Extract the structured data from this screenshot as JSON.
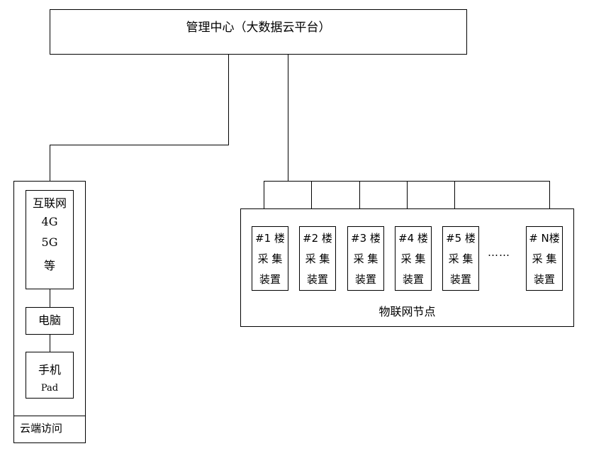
{
  "management": {
    "label": "管理中心（大数据云平台）"
  },
  "cloud_access": {
    "network": [
      "互联网",
      "4G",
      "5G",
      "等"
    ],
    "computer": "电脑",
    "mobile": [
      "手机",
      "Pad"
    ],
    "label": "云端访问"
  },
  "iot": {
    "label": "物联网节点",
    "nodes": [
      {
        "lines": [
          "#1  楼",
          "采  集",
          "装置"
        ]
      },
      {
        "lines": [
          "#2  楼",
          "采  集",
          "装置"
        ]
      },
      {
        "lines": [
          "#3  楼",
          "采  集",
          "装置"
        ]
      },
      {
        "lines": [
          "#4  楼",
          "采  集",
          "装置"
        ]
      },
      {
        "lines": [
          "#5  楼",
          "采  集",
          "装置"
        ]
      },
      {
        "lines": [
          "# N楼",
          "采  集",
          "装置"
        ]
      }
    ],
    "ellipsis": "……"
  }
}
